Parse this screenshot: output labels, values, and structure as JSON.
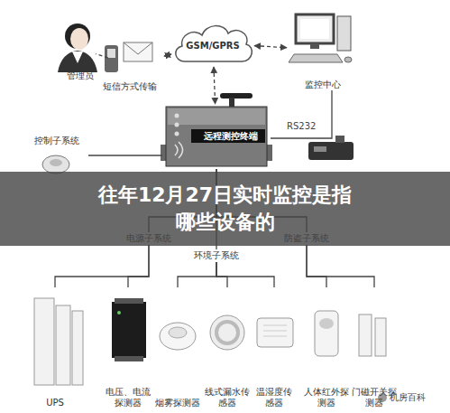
{
  "diagram": {
    "title": "往年12月27日实时监控是指哪些设备的",
    "nodes": [
      {
        "text": [
          "管理员"
        ]
      },
      {
        "text": [
          "短信方式传输"
        ]
      },
      {
        "text": [
          "GSM/GPRS"
        ]
      },
      {
        "text": [
          "监控中心"
        ]
      },
      {
        "text": [
          "远程测控终端"
        ]
      },
      {
        "text": [
          "控制子系统"
        ]
      },
      {
        "text": [
          "电源子系统"
        ]
      },
      {
        "text": [
          "环境子系统"
        ]
      },
      {
        "text": [
          "防盗子系统"
        ]
      },
      {
        "text": [
          "UPS"
        ]
      },
      {
        "text": [
          "电压、电流探测器"
        ]
      },
      {
        "text": [
          "烟雾探测器"
        ]
      },
      {
        "text": [
          "线式漏水传感器"
        ]
      },
      {
        "text": [
          "温湿度传感器"
        ]
      },
      {
        "text": [
          "人体红外探测器"
        ]
      },
      {
        "text": [
          "门磁开关探测器"
        ]
      }
    ],
    "edges": [
      {
        "from": 0,
        "to": 1,
        "arrow": "none"
      },
      {
        "from": 1,
        "to": 2,
        "arrow": "both"
      },
      {
        "from": 2,
        "to": 3,
        "arrow": "both"
      },
      {
        "from": 2,
        "to": 4,
        "arrow": "both"
      },
      {
        "from": 4,
        "to": 3,
        "arrow": "none"
      },
      {
        "from": 4,
        "to": 5,
        "arrow": "none"
      },
      {
        "from": 4,
        "to": 6,
        "arrow": "none"
      },
      {
        "from": 4,
        "to": 7,
        "arrow": "none"
      },
      {
        "from": 4,
        "to": 8,
        "arrow": "none"
      },
      {
        "from": 6,
        "to": 9,
        "arrow": "none"
      },
      {
        "from": 6,
        "to": 10,
        "arrow": "none"
      },
      {
        "from": 7,
        "to": 11,
        "arrow": "none"
      },
      {
        "from": 7,
        "to": 12,
        "arrow": "none"
      },
      {
        "from": 7,
        "to": 13,
        "arrow": "none"
      },
      {
        "from": 8,
        "to": 14,
        "arrow": "none"
      },
      {
        "from": 8,
        "to": 15,
        "arrow": "none"
      }
    ],
    "labels": [
      "RS232",
      "机房百科"
    ]
  }
}
